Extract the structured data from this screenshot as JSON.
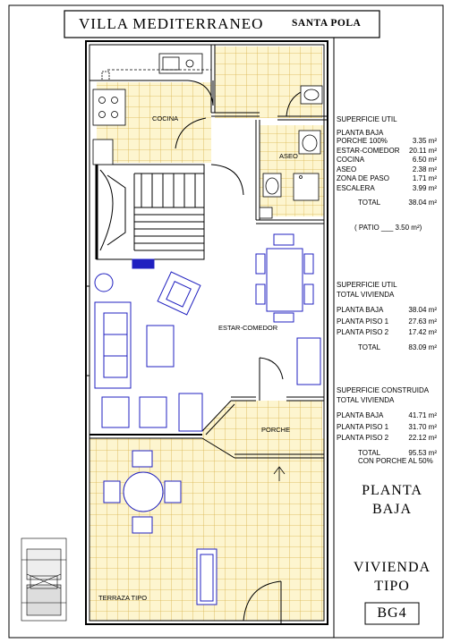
{
  "title": {
    "name": "VILLA MEDITERRANEO",
    "place": "SANTA POLA"
  },
  "rooms": {
    "cocina": "COCINA",
    "aseo": "ASEO",
    "estar": "ESTAR-COMEDOR",
    "porche": "PORCHE",
    "terraza": "TERRAZA TIPO"
  },
  "superficie_util": {
    "title": "SUPERFICIE UTIL",
    "subtitle": "PLANTA BAJA",
    "rows": [
      {
        "label": "PORCHE 100%",
        "value": "3.35 m²"
      },
      {
        "label": "ESTAR-COMEDOR",
        "value": "20.11 m²"
      },
      {
        "label": "COCINA",
        "value": "6.50 m²"
      },
      {
        "label": "ASEO",
        "value": "2.38 m²"
      },
      {
        "label": "ZONA DE PASO",
        "value": "1.71 m²"
      },
      {
        "label": "ESCALERA",
        "value": "3.99 m²"
      }
    ],
    "total_label": "TOTAL",
    "total_value": "38.04 m²",
    "patio": "( PATIO ___ 3.50 m²)"
  },
  "superficie_vivienda": {
    "title": "SUPERFICIE UTIL",
    "subtitle": "TOTAL VIVIENDA",
    "rows": [
      {
        "label": "PLANTA BAJA",
        "value": "38.04 m²"
      },
      {
        "label": "PLANTA PISO 1",
        "value": "27.63 m²"
      },
      {
        "label": "PLANTA PISO 2",
        "value": "17.42 m²"
      }
    ],
    "total_label": "TOTAL",
    "total_value": "83.09 m²"
  },
  "superficie_construida": {
    "title": "SUPERFICIE CONSTRUIDA",
    "subtitle": "TOTAL VIVIENDA",
    "rows": [
      {
        "label": "PLANTA BAJA",
        "value": "41.71 m²"
      },
      {
        "label": "PLANTA PISO 1",
        "value": "31.70 m²"
      },
      {
        "label": "PLANTA PISO 2",
        "value": "22.12 m²"
      }
    ],
    "total_label": "TOTAL",
    "total_value": "95.53 m²",
    "note": "CON PORCHE AL 50%"
  },
  "plan_title": {
    "line1": "PLANTA",
    "line2": "BAJA"
  },
  "vivienda_title": {
    "line1": "VIVIENDA",
    "line2": "TIPO"
  },
  "code": "BG4",
  "colors": {
    "tile": "#d8b44a",
    "tile_bg": "#fdf5cf",
    "furniture": "#2020c0",
    "wall": "#000000"
  }
}
